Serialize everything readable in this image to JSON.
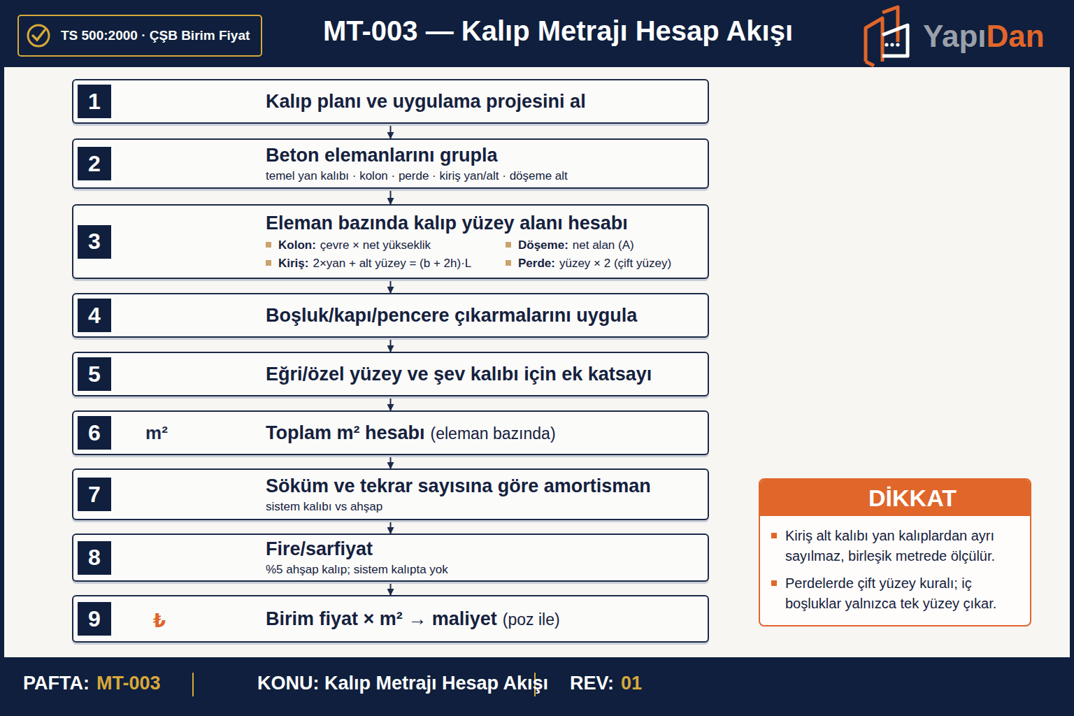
{
  "diagram": {
    "title": "MT-003 — Kalıp Metrajı Hesap Akışı",
    "nodes": [
      {
        "text": [
          "TS 500:2000 · ÇŞB Birim Fiyat"
        ]
      },
      {
        "text": [
          "1",
          "Kalıp planı ve uygulama projesini al"
        ]
      },
      {
        "text": [
          "2",
          "Beton elemanlarını grupla",
          "temel yan kalıbı · kolon · perde · kiriş yan/alt · döşeme alt"
        ]
      },
      {
        "text": [
          "3",
          "Eleman bazında kalıp yüzey alanı hesabı",
          "Kolon:",
          "çevre × net yükseklik",
          "Döşeme:",
          "net alan (A)",
          "Kiriş:",
          "2×yan + alt yüzey = (b + 2h)·L",
          "Perde:",
          "yüzey × 2 (çift yüzey)"
        ]
      },
      {
        "text": [
          "4",
          "Boşluk/kapı/pencere çıkarmalarını uygula"
        ]
      },
      {
        "text": [
          "5",
          "Eğri/özel yüzey ve şev kalıbı için ek katsayı"
        ]
      },
      {
        "text": [
          "6",
          "Toplam m² hesabı",
          "(eleman bazında)"
        ]
      },
      {
        "text": [
          "7",
          "Söküm ve tekrar sayısına göre amortisman",
          "sistem kalıbı vs ahşap"
        ]
      },
      {
        "text": [
          "8",
          "Fire/sarfiyat",
          "%5 ahşap kalıp; sistem kalıpta yok"
        ]
      },
      {
        "text": [
          "9",
          "Birim fiyat × m² → maliyet",
          "(poz ile)"
        ]
      },
      {
        "text": [
          "DİKKAT",
          "Kiriş alt kalıbı yan kalıplardan ayrı sayılmaz, birleşik metrede ölçülür.",
          "Perdelerde çift yüzey kuralı; iç boşluklar yalnızca tek yüzey çıkar."
        ]
      }
    ],
    "edges": [
      {
        "from": 1,
        "to": 2,
        "arrow": "to"
      },
      {
        "from": 2,
        "to": 3,
        "arrow": "to"
      },
      {
        "from": 3,
        "to": 4,
        "arrow": "to"
      },
      {
        "from": 4,
        "to": 5,
        "arrow": "to"
      },
      {
        "from": 5,
        "to": 6,
        "arrow": "to"
      },
      {
        "from": 6,
        "to": 7,
        "arrow": "to"
      },
      {
        "from": 7,
        "to": 8,
        "arrow": "to"
      },
      {
        "from": 8,
        "to": 9,
        "arrow": "to"
      }
    ],
    "labels": [
      "Yapı",
      "Dan",
      "m²",
      "₺",
      "PAFTA:",
      "MT-003",
      "KONU: Kalıp Metrajı Hesap Akışı",
      "REV:",
      "01"
    ]
  }
}
